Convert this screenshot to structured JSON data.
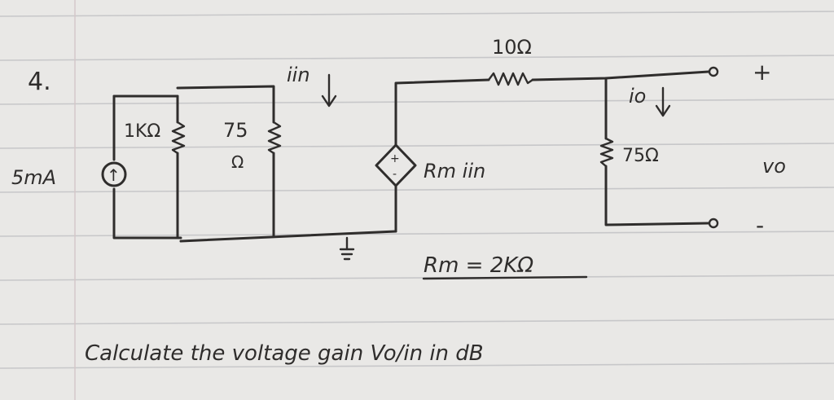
{
  "problem": {
    "number": "4.",
    "question": "Calculate the voltage gain Vo/in in dB",
    "ground_label": "⏚"
  },
  "components": {
    "current_source": {
      "label": "5mA",
      "arrow": "↑"
    },
    "resistor_1k": {
      "label": "1KΩ"
    },
    "resistor_75_left": {
      "label_top": "75",
      "label_bottom": "Ω"
    },
    "input_current": {
      "label": "iin"
    },
    "dependent_source": {
      "label": "Rm iin",
      "plus": "+",
      "minus": "-"
    },
    "resistor_10": {
      "label": "10Ω"
    },
    "output_current": {
      "label": "io"
    },
    "resistor_75_right": {
      "label": "75Ω"
    },
    "output_voltage": {
      "label": "vo",
      "plus": "+",
      "minus": "-"
    },
    "rm_value": {
      "label": "Rm = 2KΩ"
    }
  },
  "colors": {
    "ink": "#2f2d2c",
    "paper": "#e9e8e6",
    "rule": "#c7c7c9"
  }
}
